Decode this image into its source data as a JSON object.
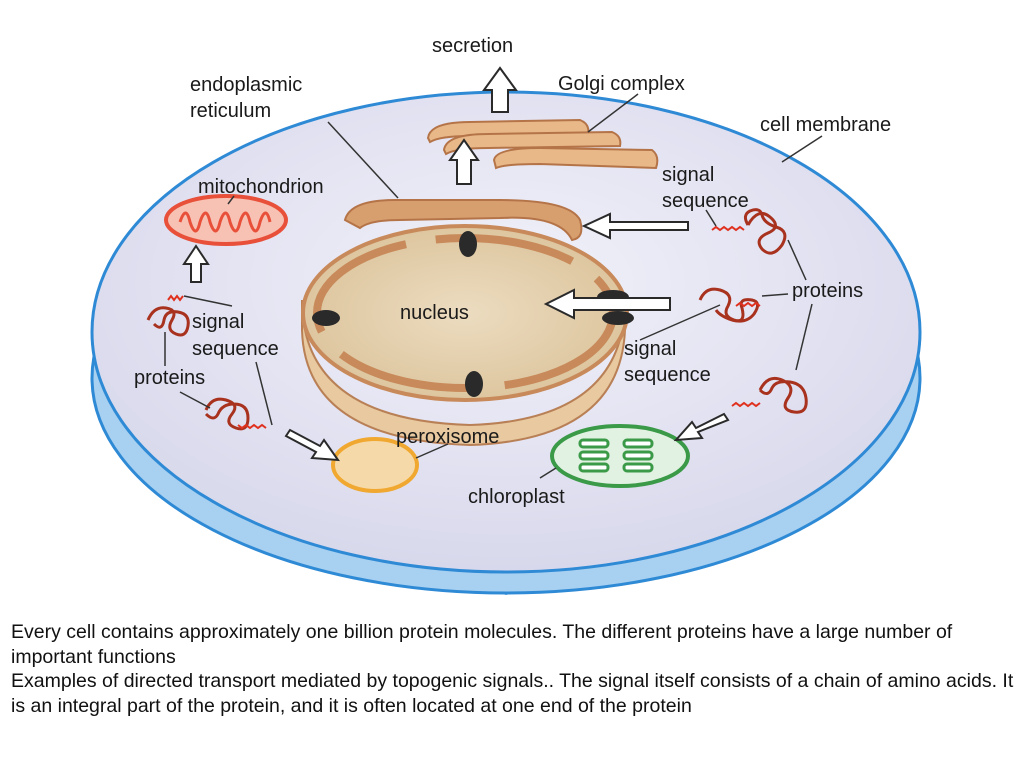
{
  "labels": {
    "secretion": "secretion",
    "golgi": "Golgi complex",
    "er_line1": "endoplasmic",
    "er_line2": "reticulum",
    "cell_membrane": "cell membrane",
    "mitochondrion": "mitochondrion",
    "signal_right_l1": "signal",
    "signal_right_l2": "sequence",
    "nucleus": "nucleus",
    "proteins_right": "proteins",
    "signal_left_l1": "signal",
    "signal_left_l2": "sequence",
    "proteins_left": "proteins",
    "signal_mid_l1": "signal",
    "signal_mid_l2": "sequence",
    "peroxisome": "peroxisome",
    "chloroplast": "chloroplast"
  },
  "caption": {
    "paragraph1": "Every cell contains approximately one billion protein molecules. The different proteins have a large number of important functions",
    "paragraph2": "Examples of directed transport mediated by topogenic signals.. The signal itself consists of a chain of amino acids. It is an integral part of the protein, and it is often located at one end of the protein"
  },
  "colors": {
    "cytoplasm": "#e4e4f2",
    "cell_rim": "#2f8ad6",
    "nucleus_fill": "#e2cfae",
    "er": "#c88a5a",
    "mitochondrion": "#e8503a",
    "peroxisome": "#f0a830",
    "chloroplast": "#3a9a48",
    "protein": "#a8321e"
  }
}
